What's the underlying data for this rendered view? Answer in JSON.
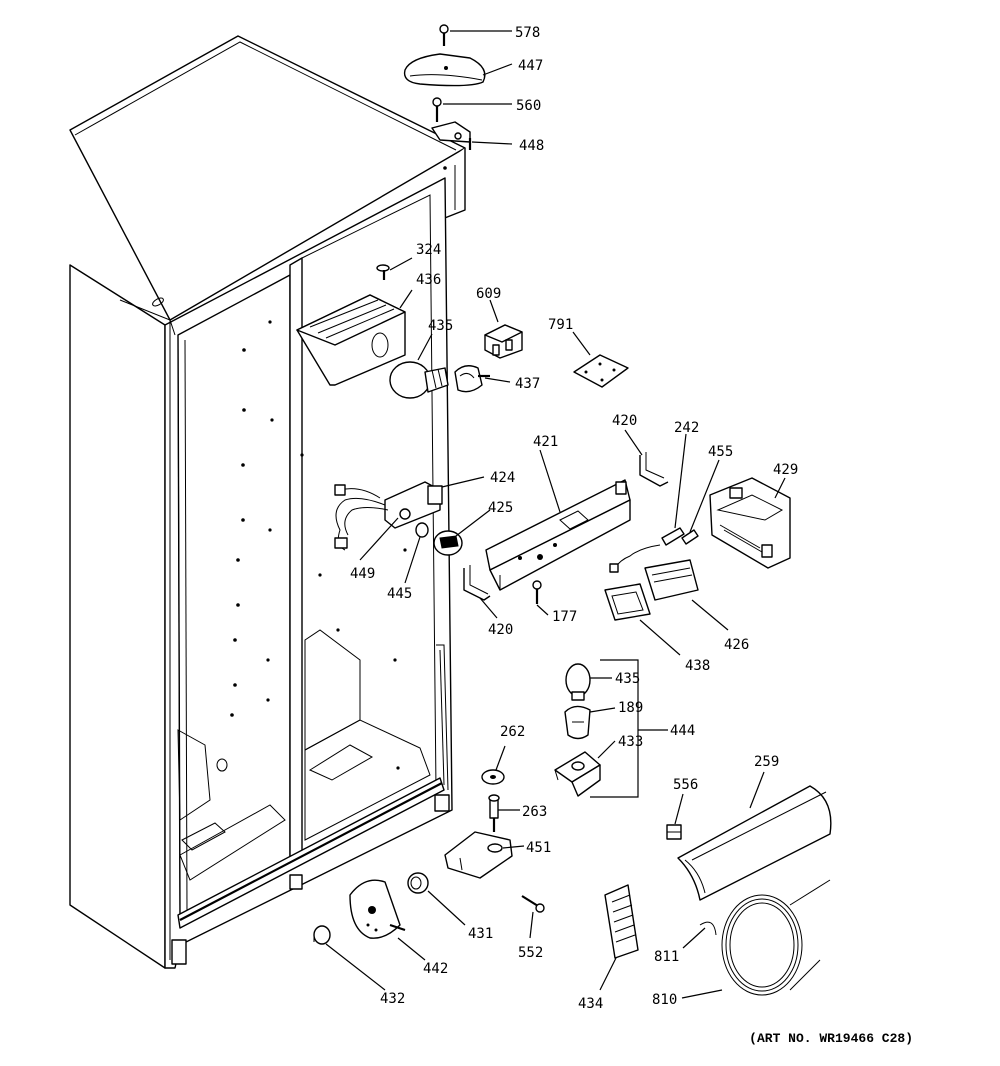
{
  "art_number": "(ART NO. WR19466 C28)",
  "callouts": [
    {
      "id": "578",
      "label": "578"
    },
    {
      "id": "447",
      "label": "447"
    },
    {
      "id": "560",
      "label": "560"
    },
    {
      "id": "448",
      "label": "448"
    },
    {
      "id": "324",
      "label": "324"
    },
    {
      "id": "436",
      "label": "436"
    },
    {
      "id": "609",
      "label": "609"
    },
    {
      "id": "791",
      "label": "791"
    },
    {
      "id": "435a",
      "label": "435"
    },
    {
      "id": "437",
      "label": "437"
    },
    {
      "id": "420a",
      "label": "420"
    },
    {
      "id": "242",
      "label": "242"
    },
    {
      "id": "421",
      "label": "421"
    },
    {
      "id": "455",
      "label": "455"
    },
    {
      "id": "429",
      "label": "429"
    },
    {
      "id": "424",
      "label": "424"
    },
    {
      "id": "425",
      "label": "425"
    },
    {
      "id": "449",
      "label": "449"
    },
    {
      "id": "445",
      "label": "445"
    },
    {
      "id": "420b",
      "label": "420"
    },
    {
      "id": "177",
      "label": "177"
    },
    {
      "id": "426",
      "label": "426"
    },
    {
      "id": "438",
      "label": "438"
    },
    {
      "id": "435b",
      "label": "435"
    },
    {
      "id": "189",
      "label": "189"
    },
    {
      "id": "444",
      "label": "444"
    },
    {
      "id": "433",
      "label": "433"
    },
    {
      "id": "262",
      "label": "262"
    },
    {
      "id": "263",
      "label": "263"
    },
    {
      "id": "451",
      "label": "451"
    },
    {
      "id": "556",
      "label": "556"
    },
    {
      "id": "259",
      "label": "259"
    },
    {
      "id": "431",
      "label": "431"
    },
    {
      "id": "552",
      "label": "552"
    },
    {
      "id": "442",
      "label": "442"
    },
    {
      "id": "432",
      "label": "432"
    },
    {
      "id": "434",
      "label": "434"
    },
    {
      "id": "811",
      "label": "811"
    },
    {
      "id": "810",
      "label": "810"
    }
  ]
}
